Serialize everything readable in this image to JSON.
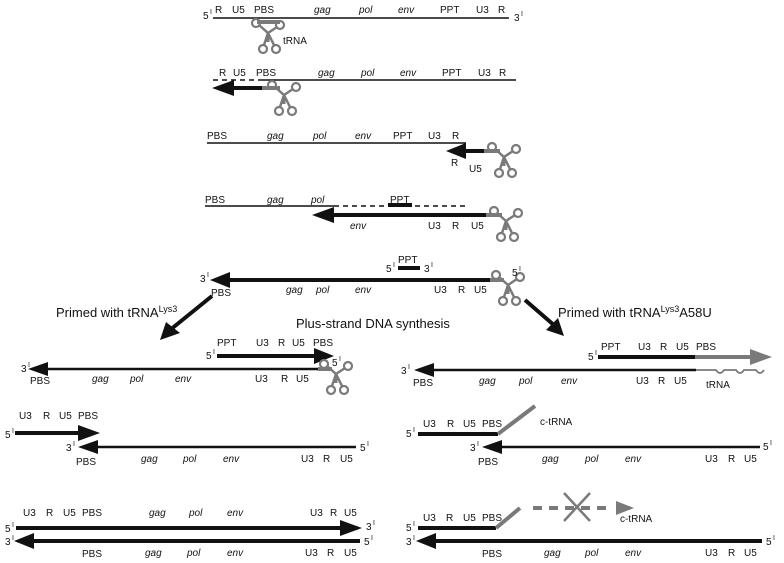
{
  "ends": {
    "five": "5",
    "three": "3",
    "prime": "I"
  },
  "regions": {
    "R": "R",
    "U5": "U5",
    "PBS": "PBS",
    "gag": "gag",
    "pol": "pol",
    "env": "env",
    "PPT": "PPT",
    "U3": "U3"
  },
  "complement": {
    "PBS": "PBS",
    "gag": "gag",
    "pol": "pol",
    "env": "env",
    "U3": "U3",
    "R": "R",
    "U5": "U5",
    "prime": "I"
  },
  "trna": {
    "label": "tRNA",
    "c_label": "c-tRNA"
  },
  "section_title": "Plus-strand DNA synthesis",
  "left_branch": {
    "prefix": "Primed with tRNA",
    "superscript": "Lys3",
    "suffix": ""
  },
  "right_branch": {
    "prefix": "Primed with tRNA",
    "superscript": "Lys3",
    "suffix": "A58U"
  },
  "colors": {
    "strand": "#111111",
    "trna": "#7a7a7a",
    "background": "#ffffff"
  }
}
